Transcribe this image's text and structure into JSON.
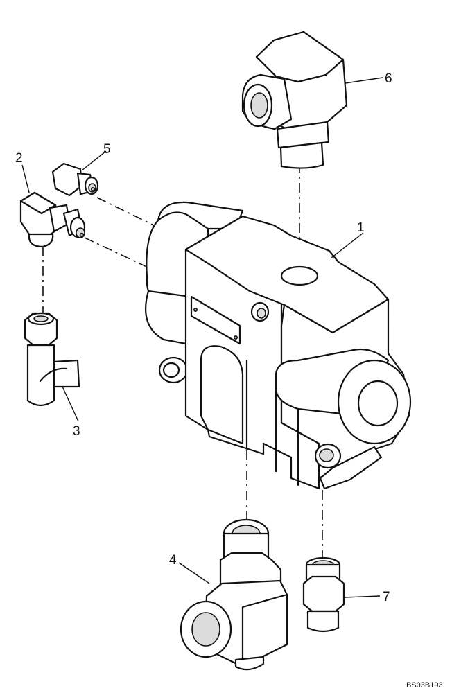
{
  "callouts": [
    {
      "number": "1"
    },
    {
      "number": "2"
    },
    {
      "number": "3"
    },
    {
      "number": "4"
    },
    {
      "number": "5"
    },
    {
      "number": "6"
    },
    {
      "number": "7"
    }
  ],
  "drawing_code": "BS03B193"
}
